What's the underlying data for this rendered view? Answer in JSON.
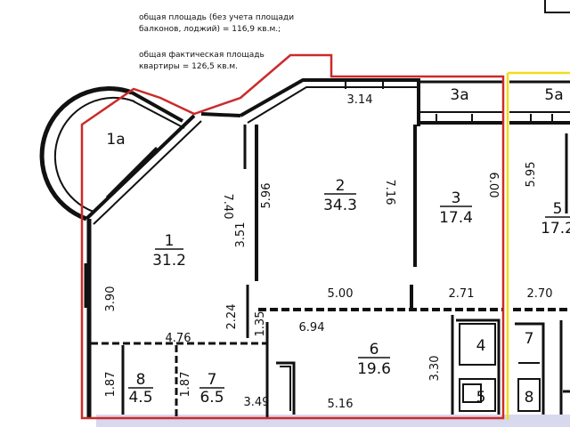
{
  "notes": {
    "area_without_balconies": "общая площадь (без учета площади\nбалконов, лоджий) = 116,9 кв.м.;",
    "actual_area": "общая фактическая площадь\nквартиры = 126,5 кв.м."
  },
  "colors": {
    "apartment_outline": "#cc2a2a",
    "neighbor_outline": "#f2dd1c",
    "walls": "#111111",
    "bottom_strip": "#d8d8ee"
  },
  "rooms": [
    {
      "id": "1",
      "area": "31.2"
    },
    {
      "id": "2",
      "area": "34.3"
    },
    {
      "id": "3",
      "area": "17.4"
    },
    {
      "id": "4"
    },
    {
      "id": "5"
    },
    {
      "id": "6",
      "area": "19.6"
    },
    {
      "id": "7",
      "area": "6.5"
    },
    {
      "id": "8",
      "area": "4.5"
    },
    {
      "id": "1a"
    },
    {
      "id": "3a"
    },
    {
      "id": "5a"
    },
    {
      "id": "5",
      "area": "17.2"
    },
    {
      "id": "7"
    },
    {
      "id": "8"
    }
  ],
  "dimensions": [
    "3.14",
    "7.40",
    "5.96",
    "3.51",
    "7.16",
    "6.00",
    "5.95",
    "3.90",
    "5.00",
    "2.71",
    "2.70",
    "4.76",
    "2.24",
    "1.35",
    "6.94",
    "3.30",
    "1.87",
    "1.87",
    "3.49",
    "5.16"
  ]
}
